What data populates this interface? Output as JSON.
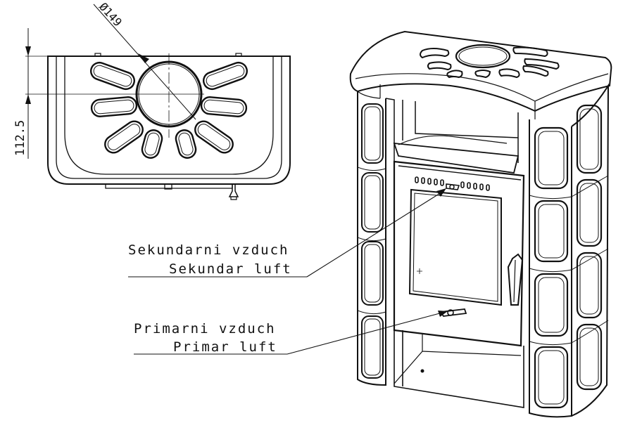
{
  "dimensions": {
    "diameter": "Ø149",
    "height": "112.5"
  },
  "callouts": {
    "secondary_air_cz": "Sekundarni vzduch",
    "secondary_air_de": "Sekundar luft",
    "primary_air_cz": "Primarni vzduch",
    "primary_air_de": "Primar luft"
  },
  "colors": {
    "line": "#111111",
    "background": "#ffffff"
  }
}
